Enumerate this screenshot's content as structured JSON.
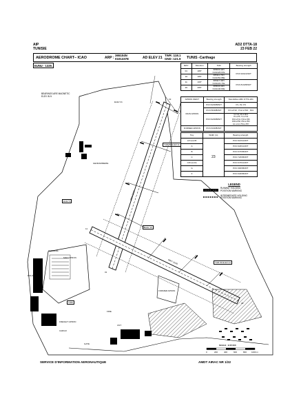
{
  "header": {
    "left_line1": "AIP",
    "left_line2": "TUNISIE",
    "right_line1": "AD2 DTTA-18",
    "right_line2": "23 FEB 22"
  },
  "title_bar": {
    "chart_title": "AERODROME CHART– ICAO",
    "arp_label": "ARP :",
    "arp_lat": "365104N",
    "arp_lon": "0101337E",
    "elev": "AD ELEV 21",
    "twr": "TWR :118.1",
    "gnd": "GND :121.9",
    "location": "TUNIS -Carthage"
  },
  "subheader": {
    "eunu": "EUNU - 1329."
  },
  "note": {
    "line1": "BEARINGS ARE MAGNETIC",
    "line2": "ELEV IN ft"
  },
  "rwy_table": {
    "headers": [
      "RWY",
      "Direction",
      "THR",
      "Bearing strength"
    ],
    "rows": [
      [
        "01",
        "189°",
        "365033.42N\n0101325.67E",
        "PCN 93/F/A/W/T"
      ],
      [
        "19",
        "189°",
        "365111.72N\n0101352.88E",
        ""
      ],
      [
        "11",
        "109°",
        "365117.32N\n0101222.74E",
        "PCN 81/F/B/W/T"
      ],
      [
        "29",
        "289°",
        "365040.44N\n0101446.80E",
        ""
      ]
    ]
  },
  "apron_table": {
    "headers": [
      "APRON IDENT",
      "Bearing strength",
      "Standsbles ABC DTTA-201"
    ],
    "rows": [
      [
        "",
        "PCN 92/R/B/W/T",
        "P1, P2, P3"
      ],
      [
        "MAIN APRON",
        "PCN 56/F/B/W/T",
        "P2 à P10 ; P12 à P16 ; P21"
      ],
      [
        "",
        "PCN 92/R/B/W/T",
        "G1 G2, M1 à M12\nP1 à P5, T1 à T10\nP40 à P41, P43 à P46\nP48 à P50, P52 à P53\nG1 à G3, P54 à P57"
      ],
      [
        "FORMER APRON",
        "PCN 63/F/B/W/T",
        ""
      ]
    ]
  },
  "twy_table": {
    "headers": [
      "Twy",
      "Width (m)",
      "Bearing strength"
    ],
    "width_value": "23",
    "rows": [
      [
        "L/N and B",
        "PCN 91/F/A/W/T"
      ],
      [
        "A",
        "PCN 93/F/A/W/T"
      ],
      [
        "B",
        "PCN 67/F/B/W/T"
      ],
      [
        "C",
        "PCN 72/F/B/W/T"
      ],
      [
        "C/D and E",
        "PCN 67/F/A/W/T"
      ],
      [
        "G",
        "PCN 36/F/B/W/T"
      ],
      [
        "F",
        "PCN 63/F/B/W/T"
      ]
    ]
  },
  "legend": {
    "title": "LEGEND",
    "items": [
      "RUNWAY HOLDING\nPOSITION MARKING",
      "INTERMEDIATE HOLDING\nPOSITION MARKING"
    ]
  },
  "map_labels": {
    "rwy01": "01",
    "rwy19": "19",
    "rwy11": "11",
    "rwy29": "29",
    "rwy_num_1": "RWY 01/19",
    "rwy_num_2": "RWY 11/29",
    "elev_a": "ELEV 21",
    "elev_b": "ELEV 16",
    "elev_c": "ELEV 9",
    "thr_elev_19": "THR 19 ELEV 11",
    "thr_elev_29": "THR 29 ELEV 21",
    "twr_label": "TWR",
    "terminal": "TERMINAL",
    "main_apron": "MAIN APRON",
    "former_apron": "FORMER APRON",
    "gendarmerie": "GENDARMERIE",
    "police": "POLICE",
    "fire": "FIRE",
    "cargo": "CARGO",
    "frgn_apron": "FREIGHT APRON",
    "gate_label": "GATE",
    "cnt": "CNT",
    "scale_title": "SCALE : 1/15 000",
    "scale_ticks": [
      "0",
      "200",
      "400",
      "600",
      "800",
      "1000 m"
    ]
  },
  "footer": {
    "left": "SERVICE D'INFORMATION AERONAUTIQUE",
    "right": "AMDT AIRAC NR 1/22"
  }
}
